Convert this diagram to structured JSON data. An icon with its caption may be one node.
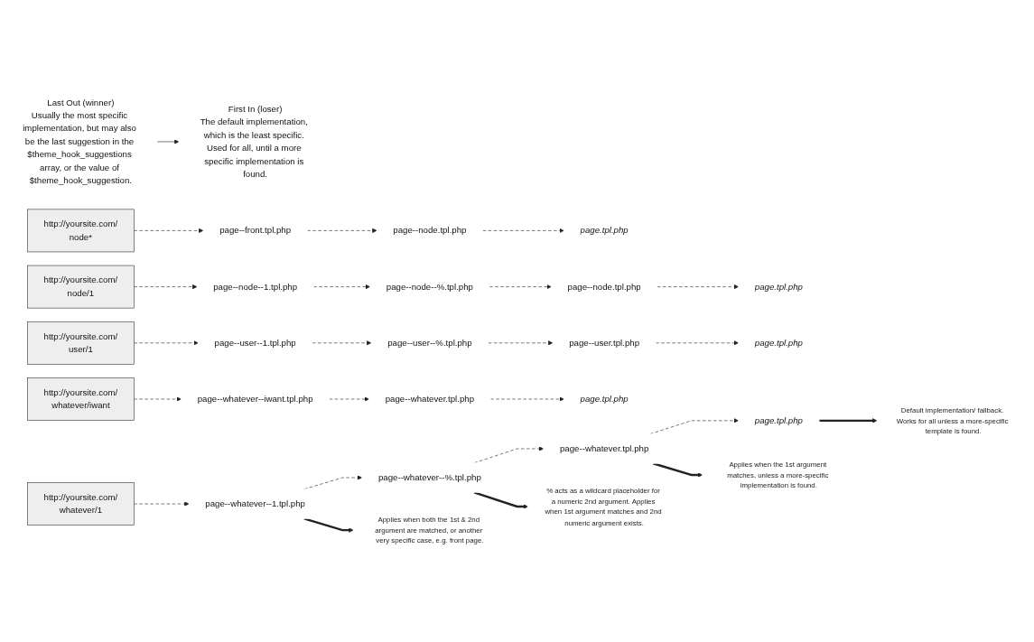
{
  "diagram": {
    "nodes": [
      {
        "text": [
          "Last Out (winner)",
          "Usually the most specific implementation, but may also be the last suggestion in the $theme_hook_suggestions array, or the value of $theme_hook_suggestion."
        ]
      },
      {
        "text": [
          "First In (loser)",
          "The default implementation, which is the least specific. Used for all, until a more specific implementation is found."
        ]
      },
      {
        "text": [
          "http://yoursite.com/",
          "node*"
        ]
      },
      {
        "text": [
          "page--front.tpl.php"
        ]
      },
      {
        "text": [
          "page--node.tpl.php"
        ]
      },
      {
        "text": [
          "page.tpl.php"
        ]
      },
      {
        "text": [
          "http://yoursite.com/",
          "node/1"
        ]
      },
      {
        "text": [
          "page--node--1.tpl.php"
        ]
      },
      {
        "text": [
          "page--node--%.tpl.php"
        ]
      },
      {
        "text": [
          "page--node.tpl.php"
        ]
      },
      {
        "text": [
          "page.tpl.php"
        ]
      },
      {
        "text": [
          "http://yoursite.com/",
          "user/1"
        ]
      },
      {
        "text": [
          "page--user--1.tpl.php"
        ]
      },
      {
        "text": [
          "page--user--%.tpl.php"
        ]
      },
      {
        "text": [
          "page--user.tpl.php"
        ]
      },
      {
        "text": [
          "page.tpl.php"
        ]
      },
      {
        "text": [
          "http://yoursite.com/",
          "whatever/iwant"
        ]
      },
      {
        "text": [
          "page--whatever--iwant.tpl.php"
        ]
      },
      {
        "text": [
          "page--whatever.tpl.php"
        ]
      },
      {
        "text": [
          "page.tpl.php"
        ]
      },
      {
        "text": [
          "http://yoursite.com/",
          "whatever/1"
        ]
      },
      {
        "text": [
          "page--whatever--1.tpl.php"
        ]
      },
      {
        "text": [
          "page--whatever--%.tpl.php"
        ]
      },
      {
        "text": [
          "page--whatever.tpl.php"
        ]
      },
      {
        "text": [
          "page.tpl.php"
        ]
      },
      {
        "text": [
          "Applies when both the 1st & 2nd argument are matched, or another very specific case, e.g. front page."
        ]
      },
      {
        "text": [
          "% acts as a wildcard placeholder for a numeric 2nd argument. Applies when 1st argument matches and 2nd numeric argument exists."
        ]
      },
      {
        "text": [
          "Applies when the 1st argument matches, unless a more-specific implementation is found."
        ]
      },
      {
        "text": [
          "Default implementation/ fallback. Works for all unless a more-specific template is found."
        ]
      }
    ],
    "edges": [
      {
        "from": 0,
        "to": 1,
        "arrow": "to"
      },
      {
        "from": 2,
        "to": 3,
        "arrow": "to",
        "style": "dashed"
      },
      {
        "from": 3,
        "to": 4,
        "arrow": "to",
        "style": "dashed"
      },
      {
        "from": 4,
        "to": 5,
        "arrow": "to",
        "style": "dashed"
      },
      {
        "from": 6,
        "to": 7,
        "arrow": "to",
        "style": "dashed"
      },
      {
        "from": 7,
        "to": 8,
        "arrow": "to",
        "style": "dashed"
      },
      {
        "from": 8,
        "to": 9,
        "arrow": "to",
        "style": "dashed"
      },
      {
        "from": 9,
        "to": 10,
        "arrow": "to",
        "style": "dashed"
      },
      {
        "from": 11,
        "to": 12,
        "arrow": "to",
        "style": "dashed"
      },
      {
        "from": 12,
        "to": 13,
        "arrow": "to",
        "style": "dashed"
      },
      {
        "from": 13,
        "to": 14,
        "arrow": "to",
        "style": "dashed"
      },
      {
        "from": 14,
        "to": 15,
        "arrow": "to",
        "style": "dashed"
      },
      {
        "from": 16,
        "to": 17,
        "arrow": "to",
        "style": "dashed"
      },
      {
        "from": 17,
        "to": 18,
        "arrow": "to",
        "style": "dashed"
      },
      {
        "from": 18,
        "to": 19,
        "arrow": "to",
        "style": "dashed"
      },
      {
        "from": 20,
        "to": 21,
        "arrow": "to",
        "style": "dashed"
      },
      {
        "from": 21,
        "to": 22,
        "arrow": "to",
        "style": "dashed"
      },
      {
        "from": 22,
        "to": 23,
        "arrow": "to",
        "style": "dashed"
      },
      {
        "from": 23,
        "to": 24,
        "arrow": "to",
        "style": "dashed"
      },
      {
        "from": 21,
        "to": 25,
        "arrow": "to",
        "style": "thick"
      },
      {
        "from": 22,
        "to": 26,
        "arrow": "to",
        "style": "thick"
      },
      {
        "from": 23,
        "to": 27,
        "arrow": "to",
        "style": "thick"
      },
      {
        "from": 24,
        "to": 28,
        "arrow": "to",
        "style": "thick"
      }
    ]
  }
}
